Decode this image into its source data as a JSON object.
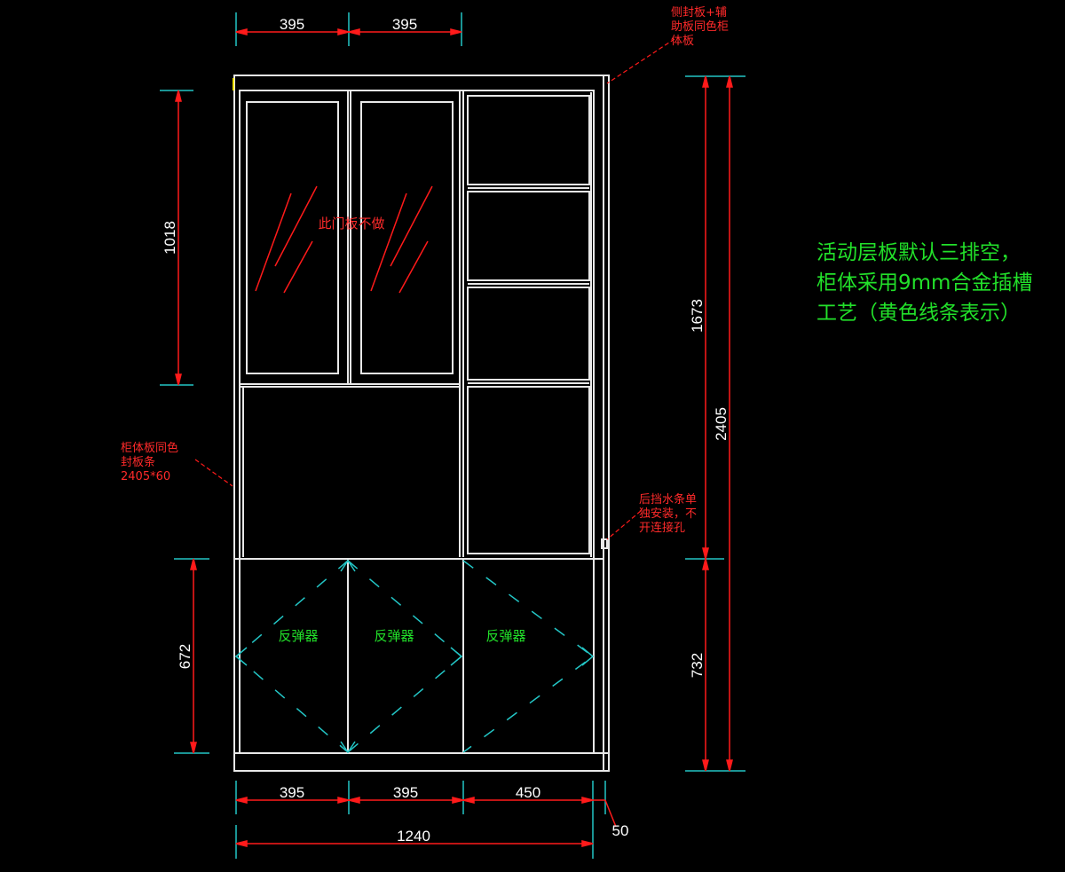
{
  "colors": {
    "background": "#000000",
    "cabinet_line": "#e8e8e8",
    "dimension_line": "#ff1a1a",
    "extension_line": "#23c6c6",
    "dimension_text": "#ffffff",
    "annotation_red": "#ff2a2a",
    "annotation_green": "#22e02a",
    "slot_line": "#f2e400",
    "door_swing": "#23c6c6"
  },
  "dimensions": {
    "top": [
      "395",
      "395"
    ],
    "bottom": [
      "395",
      "395",
      "450"
    ],
    "overall_width": "1240",
    "side_offset": "50",
    "left_upper": "1018",
    "left_lower": "672",
    "right_upper": "1673",
    "right_lower": "732",
    "overall_height": "2405"
  },
  "labels": {
    "door_note": "此门板不做",
    "rebounder": [
      "反弹器",
      "反弹器",
      "反弹器"
    ],
    "side_panel_note": [
      "侧封板+辅",
      "助板同色柜",
      "体板"
    ],
    "edge_strip_note": [
      "柜体板同色",
      "封板条",
      "2405*60"
    ],
    "water_strip_note": [
      "后挡水条单",
      "独安装，不",
      "开连接孔"
    ],
    "main_note": [
      "活动层板默认三排空，",
      "柜体采用9mm合金插槽",
      "工艺（黄色线条表示）"
    ]
  }
}
